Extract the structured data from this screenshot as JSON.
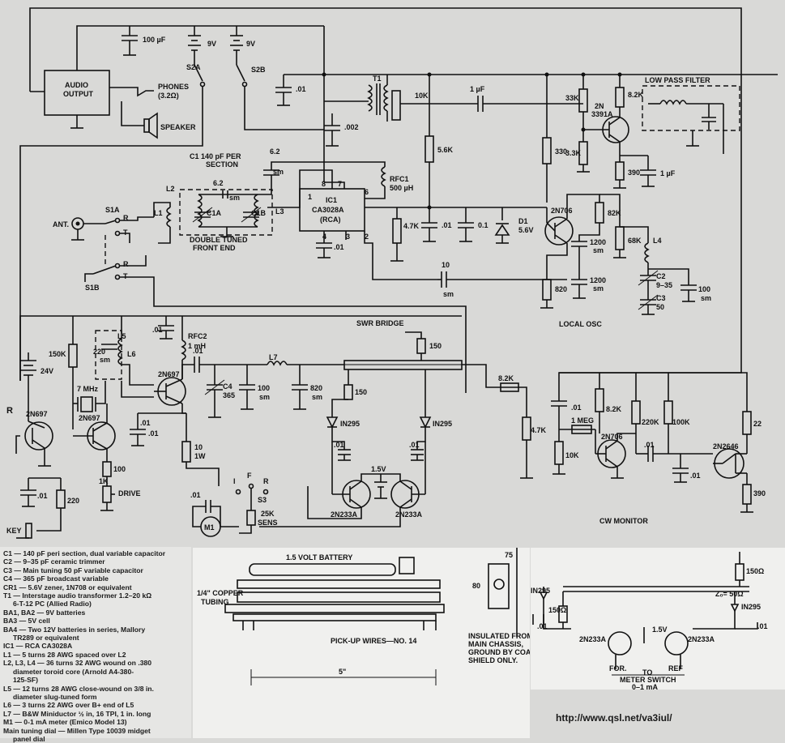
{
  "caps": {
    "c100uf": "100 µF",
    "c01a": ".01",
    "c002": ".002",
    "c1uf_a": "1 µF",
    "c1uf_b": "1 µF",
    "c62": "6.2",
    "c62sm": "sm",
    "c62b": "6.2",
    "c62bsm": "sm",
    "c01b": ".01",
    "c01c": ".01",
    "c01_ic": ".01",
    "c01d": ".01",
    "c01e": ".01",
    "c01f": ".01",
    "c01g": ".01",
    "c01h": ".01",
    "c01i": ".01",
    "c01j": ".01",
    "c01k": ".01",
    "c01l": ".01",
    "c01m": ".01",
    "c0_1": "0.1",
    "c1200a": "1200",
    "c1200asm": "sm",
    "c1200b": "1200",
    "c1200bsm": "sm",
    "c10": "10",
    "c10sm": "sm",
    "c100sm": "100",
    "c100smsm": "sm",
    "c220": "220",
    "c220sm": "sm",
    "c100b": "100",
    "c100bsm": "sm",
    "c820": "820",
    "c820sm": "sm",
    "c4": "C4",
    "c4v": "365",
    "c2": "C2",
    "c2v": "9–35",
    "c3": "C3",
    "c3v": "50"
  },
  "resistors": {
    "r10k": "10K",
    "r33k": "33K",
    "r33": "3.3K",
    "r56k": "5.6K",
    "r330": "330",
    "r390": "390",
    "r82k": "8.2K",
    "r47k": "4.7K",
    "r82kb": "82K",
    "r68k": "68K",
    "r820": "820",
    "r150k": "150K",
    "r150": "150",
    "r150b": "150",
    "r82kc": "8.2K",
    "r47kb": "4.7K",
    "r82kd": "8.2K",
    "r1meg": "1 MEG",
    "r220k": "220K",
    "r100k": "100K",
    "r22": "22",
    "r390b": "390",
    "r10kb": "10K",
    "r100": "100",
    "r1k": "1K",
    "r220": "220",
    "r10": "10",
    "r10w": "1W",
    "r25k": "25K",
    "r25ksens": "SENS"
  },
  "labels": {
    "audio1": "AUDIO",
    "audio2": "OUTPUT",
    "phones": "PHONES",
    "phones_ohm": "(3.2Ω)",
    "speaker": "SPEAKER",
    "bat9a": "9V",
    "bat9b": "9V",
    "s2a": "S2A",
    "s2b": "S2B",
    "c1sec1": "C1  140 pF PER",
    "c1sec2": "SECTION",
    "t1": "T1",
    "rfc1": "RFC1",
    "rfc1v": "500 µH",
    "ic1": "IC1",
    "ic1b": "CA3028A",
    "ic1c": "(RCA)",
    "p8": "8",
    "p7": "7",
    "p6": "6",
    "p1": "1",
    "p4": "4",
    "p3": "3",
    "p2": "2",
    "l2": "L2",
    "l3": "L3",
    "l1": "L1",
    "c1a": "C1A",
    "c1b": "C1B",
    "dtfe1": "DOUBLE TUNED",
    "dtfe2": "FRONT END",
    "ant": "ANT.",
    "s1a": "S1A",
    "s1b": "S1B",
    "r1": "R",
    "t1sw": "T",
    "r2": "R",
    "t2": "T",
    "d1": "D1",
    "d1v": "5.6V",
    "q2n706": "2N706",
    "localosc": "LOCAL OSC",
    "l4": "L4",
    "q2n3391a1": "2N",
    "q2n3391a2": "3391A",
    "lpf": "LOW PASS FILTER",
    "swr": "SWR BRIDGE",
    "rfc2": "RFC2",
    "rfc2v": "1 mH",
    "l5": "L5",
    "l6": "L6",
    "l7": "L7",
    "q2n697a": "2N697",
    "q2n697b": "2N697",
    "q2n697c": "2N697",
    "xtal": "7 MHz",
    "v24": "24V",
    "in295a": "IN295",
    "in295b": "IN295",
    "q233a": "2N233A",
    "q233b": "2N233A",
    "v15": "1.5V",
    "drive": "DRIVE",
    "key": "KEY",
    "m1": "M1",
    "s3": "S3",
    "ie": "I",
    "f": "F",
    "rr": "R",
    "cw": "CW MONITOR",
    "q2n706b": "2N706",
    "q2n2646": "2N2646",
    "bigR": "R"
  },
  "parts_list": [
    "C1 — 140 pF peri section, dual variable capacitor",
    "C2 — 9–35 pF ceramic trimmer",
    "C3 — Main tuning 50 pF variable capacitor",
    "C4 — 365 pF broadcast variable",
    "CR1 — 5.6V zener, 1N708 or equivalent",
    "T1 — Interstage audio transformer 1.2–20 kΩ\n     6-T-12 PC (Allied Radio)",
    "BA1, BA2 — 9V batteries",
    "BA3 — 5V cell",
    "BA4 — Two 12V batteries in series, Mallory\n     TR289 or equivalent",
    "IC1 — RCA CA3028A",
    "L1 — 5 turns 28 AWG spaced over L2",
    "L2, L3, L4 — 36 turns 32 AWG wound on .380\n     diameter toroid core (Arnold A4-380-\n     125-SF)",
    "L5 — 12 turns 28 AWG close-wound on 3/8 in.\n     diameter slug-tuned form",
    "L6 — 3 turns 22 AWG over B+ end of L5",
    "L7 — B&W Miniductor ½ in, 16 TPI, 1 in. long",
    "M1 — 0-1 mA meter (Emico Model 13)",
    "Main tuning dial — Millen Type 10039 midget\n     panel dial"
  ],
  "photo": {
    "battery": "1.5 VOLT BATTERY",
    "tubing1": "1/4\" COPPER",
    "tubing2": "TUBING",
    "pickup": "PICK-UP WIRES—NO. 14",
    "dim5": "5\"",
    "dim75": "75",
    "dim80": "80",
    "insul1": "INSULATED FROM",
    "insul2": "MAIN CHASSIS,",
    "insul3": "GROUND BY COAX",
    "insul4": "SHIELD ONLY."
  },
  "bridge": {
    "r150a": "150Ω",
    "r150b": "150Ω",
    "z0": "Z₀= 50Ω",
    "in295a": "IN295",
    "in295b": "IN295",
    "c01a": ".01",
    "c01b": ".01",
    "v15": "1.5V",
    "q1": "2N233A",
    "q2": "2N233A",
    "for": "FOR.",
    "ref": "REF",
    "to": "TO",
    "meter1": "METER SWITCH",
    "meter2": "0–1 mA"
  },
  "url": "http://www.qsl.net/va3iul/"
}
